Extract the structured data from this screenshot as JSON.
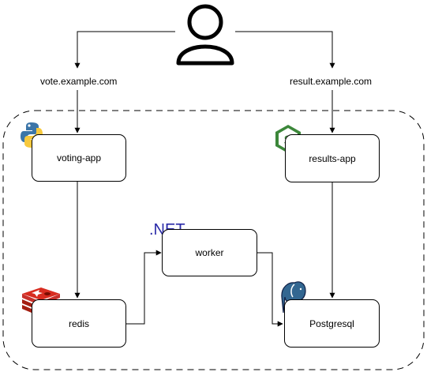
{
  "labels": {
    "vote_url": "vote.example.com",
    "result_url": "result.example.com",
    "dotnet_logo": ".NET"
  },
  "nodes": {
    "voting_app": "voting-app",
    "results_app": "results-app",
    "worker": "worker",
    "redis": "redis",
    "postgres": "Postgresql"
  },
  "icons": {
    "user": "user-icon",
    "python": "python-logo-icon",
    "nodejs": "nodejs-logo-icon",
    "redis": "redis-logo-icon",
    "postgres": "postgresql-elephant-icon"
  },
  "colors": {
    "python_blue": "#3b75a8",
    "python_yellow": "#f7c93e",
    "node_green": "#3c873a",
    "redis_red": "#c8302a",
    "postgres_blue": "#336791",
    "dotnet": "#2a2aa8"
  }
}
